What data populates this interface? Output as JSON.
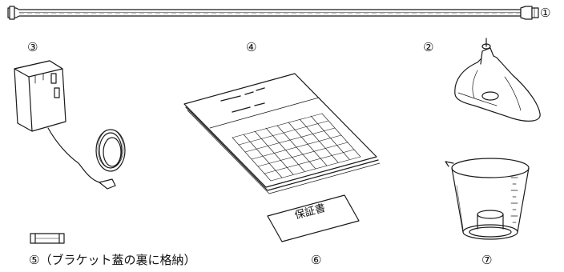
{
  "figure": {
    "labels": {
      "item1": "①",
      "item2": "②",
      "item3": "③",
      "item4": "④",
      "item5": "⑤（ブラケット蓋の裏に格納）",
      "item6": "⑥",
      "item7": "⑦"
    },
    "warranty_card_text": "保証書",
    "stroke_color": "#1a1a1a",
    "fill_color": "#ffffff",
    "shade_color": "#d9d9d9"
  }
}
